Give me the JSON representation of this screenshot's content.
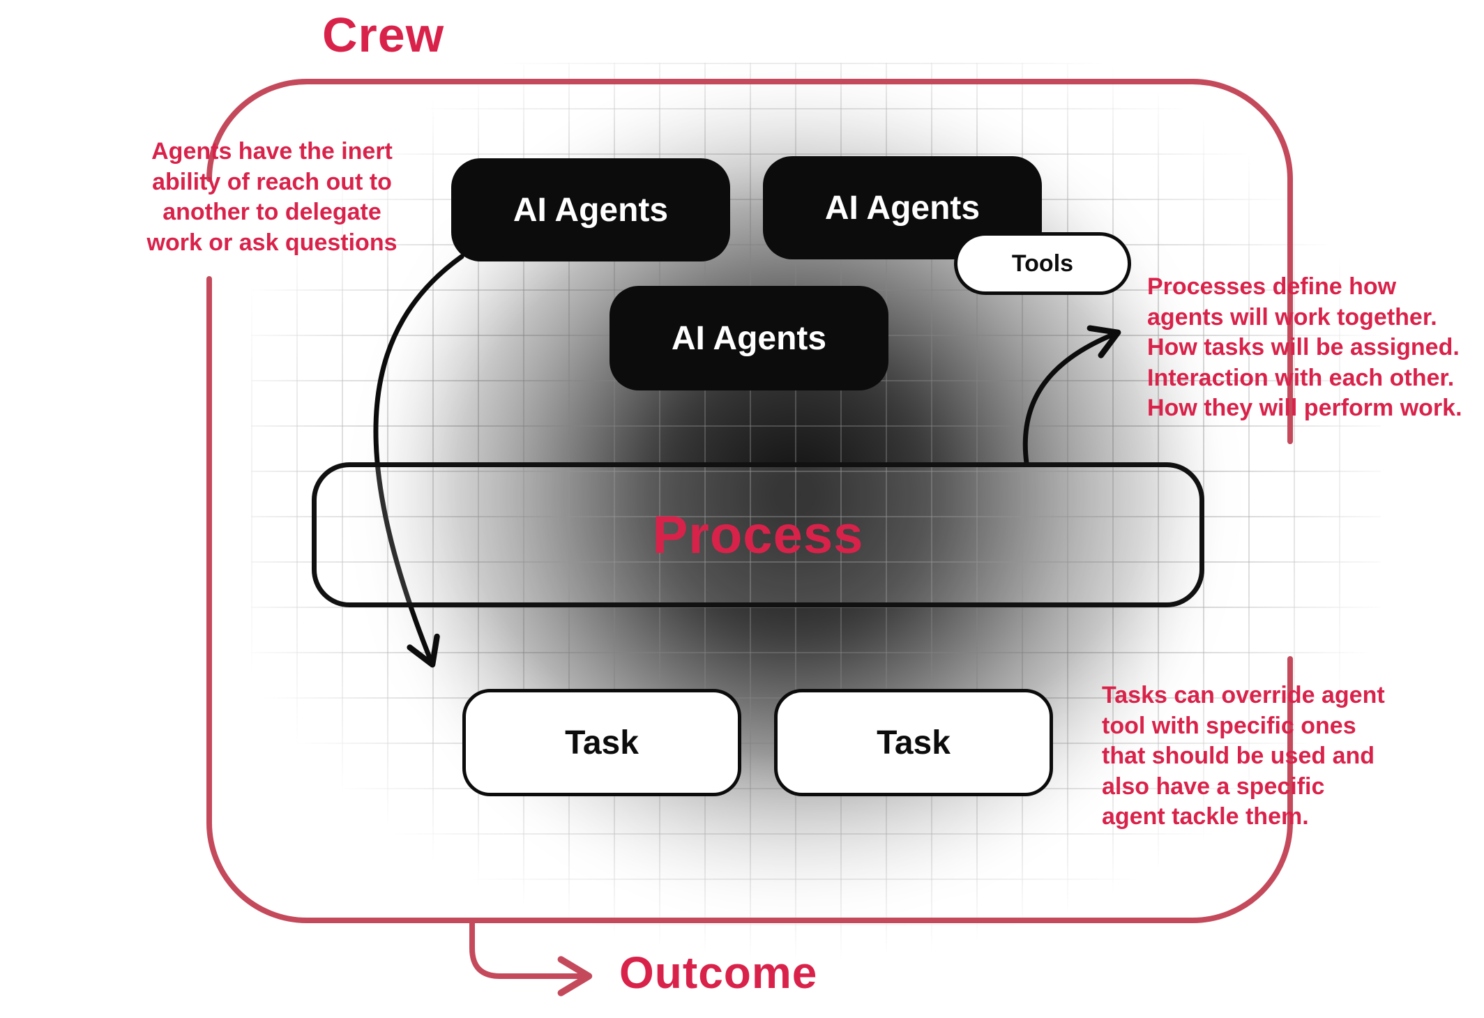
{
  "colors": {
    "accent": "#D9224A",
    "border_red": "#C4495B",
    "box_black": "#0C0C0C",
    "grid_line": "rgba(130,130,130,0.45)"
  },
  "crew_label": "Crew",
  "outcome_label": "Outcome",
  "process_label": "Process",
  "tools_label": "Tools",
  "agents": [
    {
      "label": "AI Agents"
    },
    {
      "label": "AI Agents"
    },
    {
      "label": "AI Agents"
    }
  ],
  "tasks": [
    {
      "label": "Task"
    },
    {
      "label": "Task"
    }
  ],
  "annotations": {
    "left": "Agents have the inert\nability of reach out to\nanother to delegate\nwork or ask questions",
    "right_top": "Processes define how\nagents will work together.\nHow tasks will be assigned.\nInteraction with each other.\nHow they will perform work.",
    "right_bottom": "Tasks can override agent\ntool with specific ones\nthat should be used and\nalso have a specific\nagent tackle them."
  }
}
